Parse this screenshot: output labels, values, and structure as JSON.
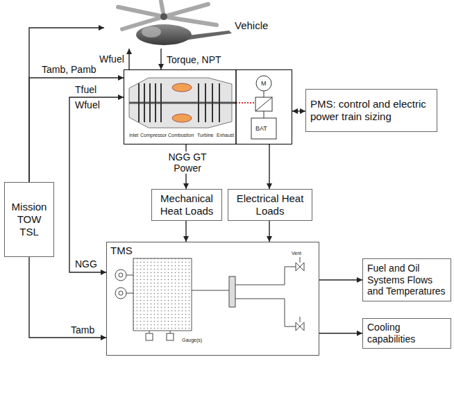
{
  "diagram": {
    "nodes": [
      {
        "text": [
          "Vehicle"
        ]
      },
      {
        "text": []
      },
      {
        "text": [
          "PMS: control and electric power train sizing"
        ]
      },
      {
        "text": [
          "Mission TOW TSL"
        ]
      },
      {
        "text": [
          "Mechanical Heat Loads"
        ]
      },
      {
        "text": [
          "Electrical Heat Loads"
        ]
      },
      {
        "text": [
          "TMS"
        ]
      },
      {
        "text": [
          "Fuel and Oil Systems Flows and Temperatures"
        ]
      },
      {
        "text": [
          "Cooling capabilities"
        ]
      }
    ],
    "edges": [
      {
        "from": 3,
        "to": 0,
        "arrow": "to"
      },
      {
        "from": 3,
        "to": 1,
        "label": "Tamb, Pamb",
        "arrow": "to"
      },
      {
        "from": 1,
        "to": 0,
        "label": "Wfuel",
        "arrow": "to"
      },
      {
        "from": 0,
        "to": 1,
        "label": "Torque, NPT",
        "arrow": "to"
      },
      {
        "from": 1,
        "to": 2,
        "arrow": "both"
      },
      {
        "from": 1,
        "to": 4,
        "label": "NGG GT Power",
        "arrow": "to"
      },
      {
        "from": 1,
        "to": 5,
        "arrow": "to"
      },
      {
        "from": 4,
        "to": 6,
        "arrow": "to"
      },
      {
        "from": 5,
        "to": 6,
        "arrow": "to"
      },
      {
        "from": 1,
        "to": 6,
        "label": "NGG",
        "arrow": "both"
      },
      {
        "from": 3,
        "to": 6,
        "label": "Tamb",
        "arrow": "to"
      },
      {
        "from": 6,
        "to": 7,
        "arrow": "to"
      },
      {
        "from": 6,
        "to": 8,
        "arrow": "to"
      }
    ],
    "labels": [
      "Tfuel",
      "Wfuel",
      "Inlet",
      "Compressor",
      "Combustion",
      "Turbine",
      "Exhaust",
      "M",
      "BAT",
      "Vent",
      "Gauge(s)"
    ]
  }
}
